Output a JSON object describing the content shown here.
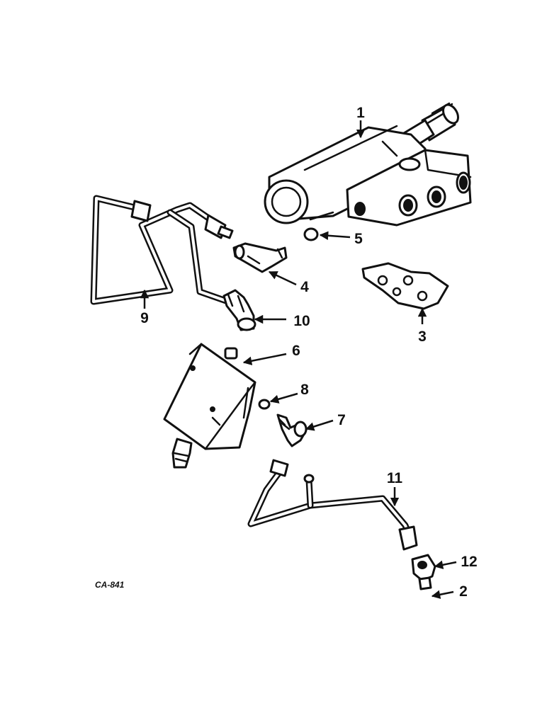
{
  "callouts": {
    "c1": "1",
    "c2": "2",
    "c3": "3",
    "c4": "4",
    "c5": "5",
    "c6": "6",
    "c7": "7",
    "c8": "8",
    "c9": "9",
    "c10": "10",
    "c11": "11",
    "c12": "12"
  },
  "figure_code": "CA-841"
}
